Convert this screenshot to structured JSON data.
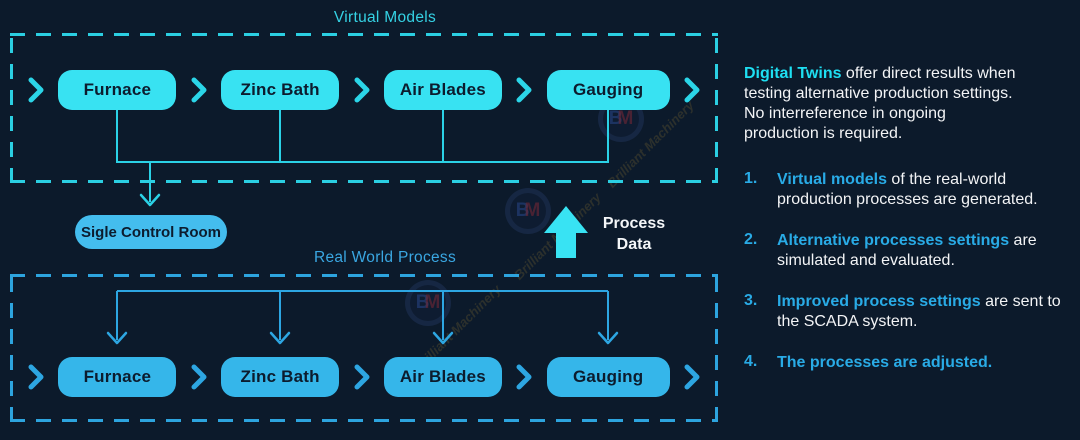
{
  "diagram": {
    "virtual": {
      "label": "Virtual Models",
      "boxes": [
        "Furnace",
        "Zinc Bath",
        "Air Blades",
        "Gauging"
      ]
    },
    "real": {
      "label": "Real World Process",
      "boxes": [
        "Furnace",
        "Zinc Bath",
        "Air Blades",
        "Gauging"
      ]
    },
    "control_room_label": "Sigle Control Room",
    "process_data_label": "Process Data"
  },
  "panel": {
    "intro": {
      "highlight": "Digital Twins",
      "line1_rest": " offer direct results when",
      "line2": "testing alternative production settings.",
      "line3": "No interreference in ongoing",
      "line4": "production is required."
    },
    "steps": [
      {
        "number": "1.",
        "highlight": "Virtual models",
        "rest": " of the real-world production processes are generated."
      },
      {
        "number": "2.",
        "highlight": "Alternative processes settings",
        "rest": " are simulated and evaluated."
      },
      {
        "number": "3.",
        "highlight": "Improved process settings",
        "rest": " are sent to the SCADA system."
      },
      {
        "number": "4.",
        "highlight": "The processes are adjusted.",
        "rest": ""
      }
    ]
  },
  "watermark": {
    "logo_b": "B",
    "logo_m": "M",
    "text": "Brilliant Machinery"
  },
  "colors": {
    "background": "#0c1a2b",
    "virtual_box_fill": "#38e2f2",
    "virtual_line": "#2bd2e6",
    "real_box_fill": "#35b6ea",
    "real_line": "#2da6e2",
    "control_room_fill": "#44bdee",
    "box_text": "#0c1c2e",
    "body_text": "#f3f4f6",
    "highlight_cyan": "#1edff2",
    "highlight_blue": "#29abe6"
  }
}
